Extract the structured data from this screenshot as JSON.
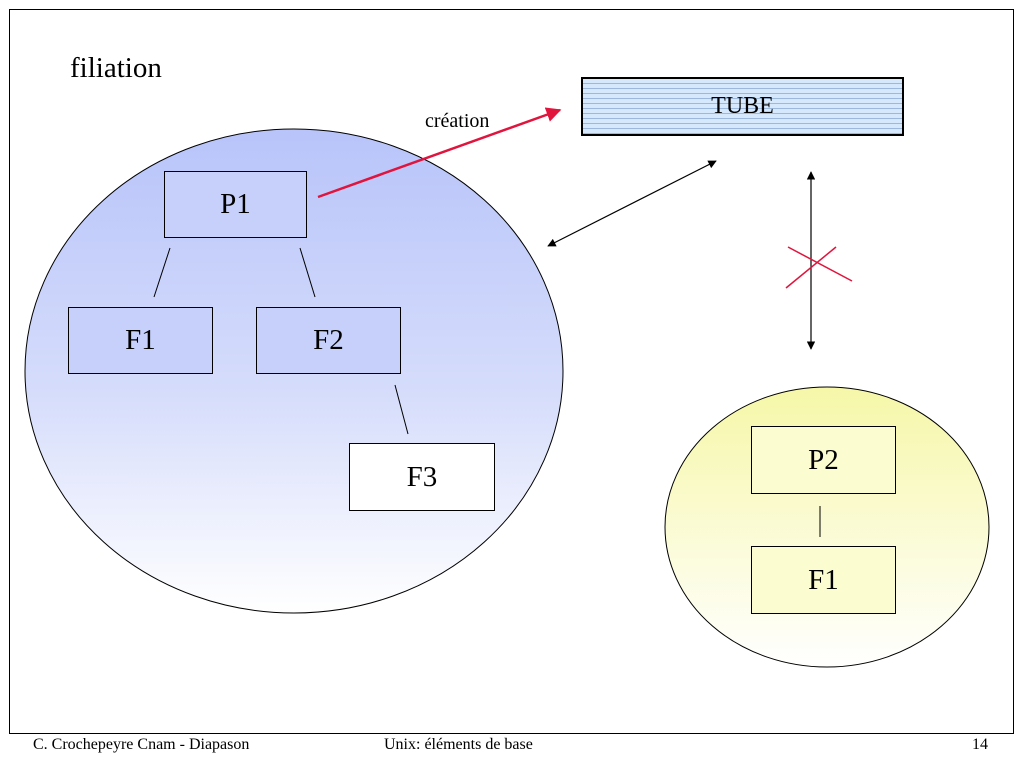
{
  "title": "filiation",
  "tube_label": "TUBE",
  "creation_label": "création",
  "group1": {
    "p1": "P1",
    "f1": "F1",
    "f2": "F2",
    "f3": "F3"
  },
  "group2": {
    "p2": "P2",
    "f1": "F1"
  },
  "footer": {
    "author": "C. Crochepeyre Cnam - Diapason",
    "course": "Unix: éléments de base",
    "page": "14"
  },
  "colors": {
    "group1_fill": "#c6d0fb",
    "group2_fill": "#fbfccf",
    "creation_arrow": "#e0143c",
    "blocked_cross": "#e0143c"
  }
}
